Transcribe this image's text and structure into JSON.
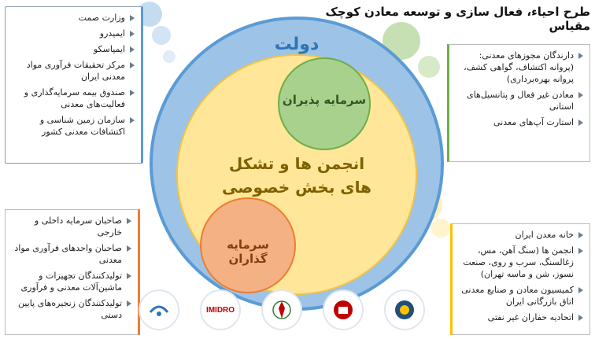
{
  "title": "طرح احیاء، فعال سازی و توسعه معادن کوچک مقیاس",
  "circles": {
    "outer": "دولت",
    "center_line1": "انجمن ها و تشکل",
    "center_line2": "های بخش خصوصی",
    "green": "سرمایه پذیران",
    "orange": "سرمایه گذاران"
  },
  "left_top_items": [
    "وزارت صمت",
    "ایمیدرو",
    "ایمپاسکو",
    "مرکز تحقیقات فرآوری مواد معدنی ایران",
    "صندوق بیمه سرمایه‌گذاری و فعالیت‌های معدنی",
    "سازمان زمین شناسی و اکتشافات معدنی کشور"
  ],
  "right_top_items": [
    "دارندگان مجوزهای معدنی: (پروانه اکتشاف، گواهی کشف، پروانه بهره‌برداری)",
    "معادن غیر فعال و پتانسیل‌های استانی",
    "استارت آپ‌های معدنی"
  ],
  "left_bottom_items": [
    "صاحبان سرمایه داخلی و خارجی",
    "صاحبان واحدهای فرآوری مواد معدنی",
    "تولیدکنندگان تجهیزات و ماشین‌آلات معدنی و فرآوری",
    "تولیدکنندگان زنجیره‌های پایین دستی"
  ],
  "right_bottom_items": [
    "خانه معدن ایران",
    "انجمن ها (سنگ آهن، مس، زغالسنگ، سرب و روی، صنعت نسوز، شن و ماسه تهران)",
    "کمیسیون معادن و صنایع معدنی اتاق بازرگانی ایران",
    "اتحادیه حفاران غیر نفتی"
  ],
  "logos": [
    "imidro-logo-text",
    "IMIDRO",
    "emblem-logo",
    "mine-house-logo",
    "chamber-logo"
  ],
  "logo_text": {
    "imidro": "IMIDRO"
  },
  "colors": {
    "outer": "#5b9bd5",
    "outer_ring": "#9dc3e6",
    "center": "#ffe699",
    "green": "#a9d18e",
    "orange": "#f4b183",
    "blue_text": "#2e75b6",
    "center_text": "#7f6000",
    "green_text": "#375623",
    "orange_text": "#843c0c"
  }
}
